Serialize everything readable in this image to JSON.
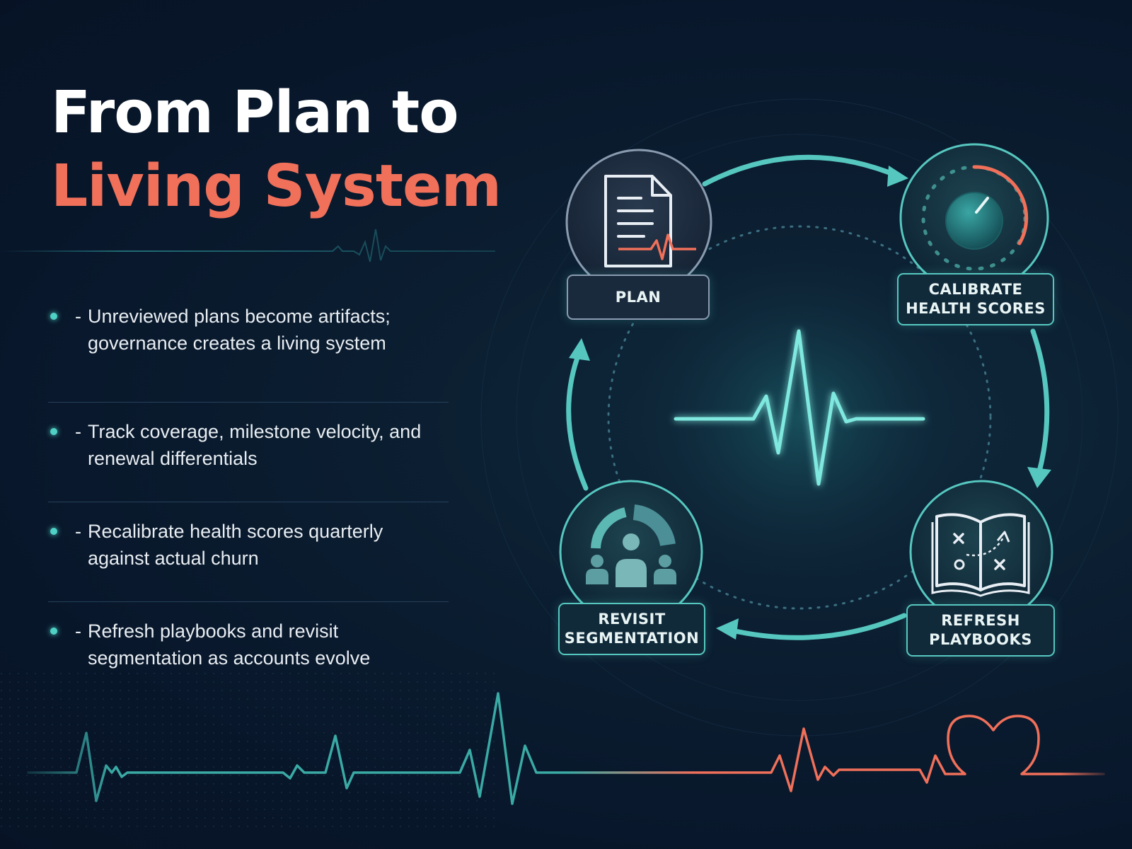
{
  "title": {
    "line1": "From Plan to",
    "line2": "Living System"
  },
  "bullets": [
    {
      "dash": "-",
      "text": "Unreviewed plans become artifacts; governance creates a living system"
    },
    {
      "dash": "-",
      "text": "Track coverage, milestone velocity, and renewal differentials"
    },
    {
      "dash": "-",
      "text": "Recalibrate health scores quarterly against actual churn"
    },
    {
      "dash": "-",
      "text": "Refresh playbooks and revisit segmentation as accounts evolve"
    }
  ],
  "cycle": {
    "plan": "PLAN",
    "calibrate": {
      "line1": "CALIBRATE",
      "line2": "HEALTH SCORES"
    },
    "playbooks": {
      "line1": "REFRESH",
      "line2": "PLAYBOOKS"
    },
    "segmentation": {
      "line1": "REVISIT",
      "line2": "SEGMENTATION"
    }
  },
  "colors": {
    "background": "#0b1d30",
    "teal": "#4fd1c5",
    "coral": "#f0705a",
    "white": "#ffffff"
  },
  "icons": [
    "document-pulse-icon",
    "gauge-dial-icon",
    "playbook-icon",
    "team-segmentation-icon",
    "heartbeat-icon",
    "heart-icon"
  ]
}
